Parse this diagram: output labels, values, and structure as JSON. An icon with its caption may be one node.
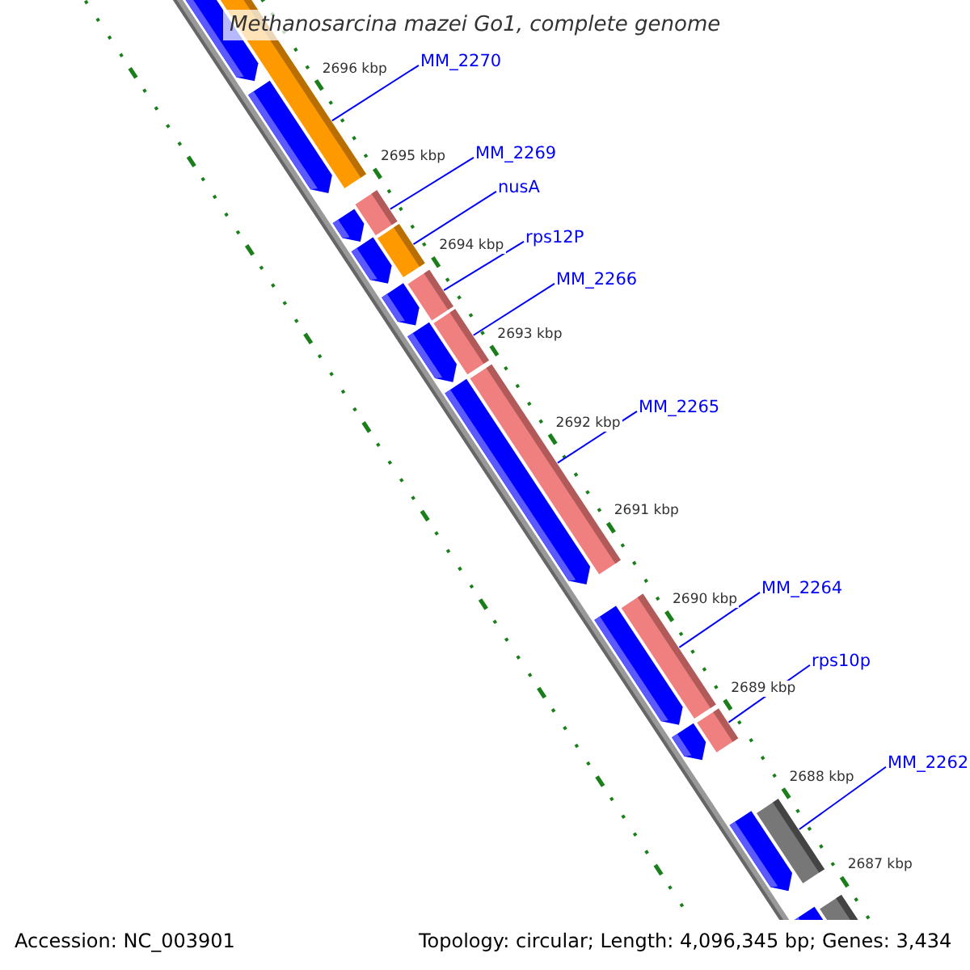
{
  "diagram": {
    "title": "Methanosarcina mazei Go1, complete genome",
    "nodes": [
      {
        "text": [
          "MM_2270"
        ]
      },
      {
        "text": [
          "MM_2269"
        ]
      },
      {
        "text": [
          "nusA"
        ]
      },
      {
        "text": [
          "rps12P"
        ]
      },
      {
        "text": [
          "MM_2266"
        ]
      },
      {
        "text": [
          "MM_2265"
        ]
      },
      {
        "text": [
          "MM_2264"
        ]
      },
      {
        "text": [
          "rps10p"
        ]
      },
      {
        "text": [
          "MM_2262"
        ]
      },
      {
        "text": [],
        "shape": "bar"
      },
      {
        "text": [],
        "shape": "bar"
      },
      {
        "text": [],
        "shape": "bar"
      },
      {
        "text": [],
        "shape": "bar"
      },
      {
        "text": [],
        "shape": "bar"
      },
      {
        "text": [],
        "shape": "bar"
      },
      {
        "text": [],
        "shape": "bar"
      },
      {
        "text": [],
        "shape": "bar"
      },
      {
        "text": [],
        "shape": "bar"
      },
      {
        "text": [],
        "shape": "bar"
      }
    ],
    "edges": [
      {
        "from": 0,
        "to": 9,
        "arrow": "none"
      },
      {
        "from": 1,
        "to": 10,
        "arrow": "none"
      },
      {
        "from": 2,
        "to": 11,
        "arrow": "none"
      },
      {
        "from": 3,
        "to": 12,
        "arrow": "none"
      },
      {
        "from": 4,
        "to": 13,
        "arrow": "none"
      },
      {
        "from": 5,
        "to": 14,
        "arrow": "none"
      },
      {
        "from": 6,
        "to": 15,
        "arrow": "none"
      },
      {
        "from": 7,
        "to": 16,
        "arrow": "none"
      },
      {
        "from": 8,
        "to": 17,
        "arrow": "none"
      }
    ],
    "labels": [
      "2696 kbp",
      "2695 kbp",
      "2694 kbp",
      "2693 kbp",
      "2692 kbp",
      "2691 kbp",
      "2690 kbp",
      "2689 kbp",
      "2688 kbp",
      "2687 kbp",
      "Accession: NC_003901",
      "Topology: circular; Length: 4,096,345 bp; Genes: 3,434"
    ]
  }
}
